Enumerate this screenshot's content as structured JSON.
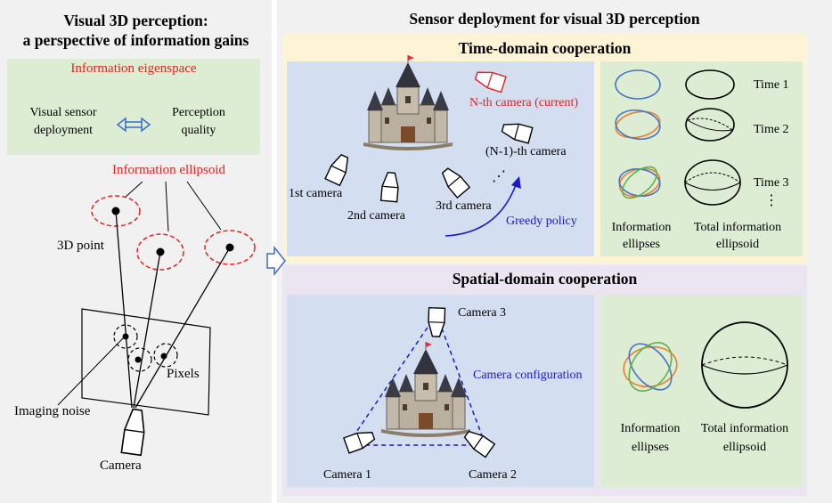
{
  "left": {
    "title_line1": "Visual 3D perception:",
    "title_line2": "a perspective of information gains",
    "eigenspace_title": "Information eigenspace",
    "sensor_line1": "Visual sensor",
    "sensor_line2": "deployment",
    "arrow_symbol": "⟺",
    "quality_line1": "Perception",
    "quality_line2": "quality",
    "ellipsoid_label": "Information ellipsoid",
    "point_label": "3D point",
    "pixels_label": "Pixels",
    "noise_label": "Imaging noise",
    "camera_label": "Camera"
  },
  "right": {
    "title": "Sensor deployment for visual 3D perception",
    "time_domain": {
      "title": "Time-domain cooperation",
      "nth_camera": "N-th camera (current)",
      "n1_camera": "(N-1)-th camera",
      "first_camera": "1st camera",
      "second_camera": "2nd camera",
      "third_camera": "3rd camera",
      "dots": "⋰",
      "greedy": "Greedy policy",
      "time1": "Time 1",
      "time2": "Time 2",
      "time3": "Time 3",
      "vdots": "⋮",
      "info_ellipses_1": "Information",
      "info_ellipses_2": "ellipses",
      "total_1": "Total information",
      "total_2": "ellipsoid"
    },
    "spatial_domain": {
      "title": "Spatial-domain cooperation",
      "camera3": "Camera 3",
      "camera_config": "Camera configuration",
      "camera1": "Camera 1",
      "camera2": "Camera 2",
      "info_ellipses_1": "Information",
      "info_ellipses_2": "ellipses",
      "total_1": "Total information",
      "total_2": "ellipsoid"
    }
  },
  "colors": {
    "red": "#e8201c",
    "blue": "#1a1acc",
    "ellipse_blue": "#4a74c6",
    "ellipse_orange": "#ef7d2d",
    "ellipse_green": "#62b04c",
    "panel_grey": "#f1f1f1",
    "yellow_box": "#fdf4d6",
    "purple_box": "#ebe4f1",
    "blue_box": "#d3def1",
    "green_box": "#dcedd4"
  },
  "icons": [
    "castle-image",
    "camera-frustum-icon",
    "double-arrow-icon",
    "flow-arrow-icon"
  ]
}
